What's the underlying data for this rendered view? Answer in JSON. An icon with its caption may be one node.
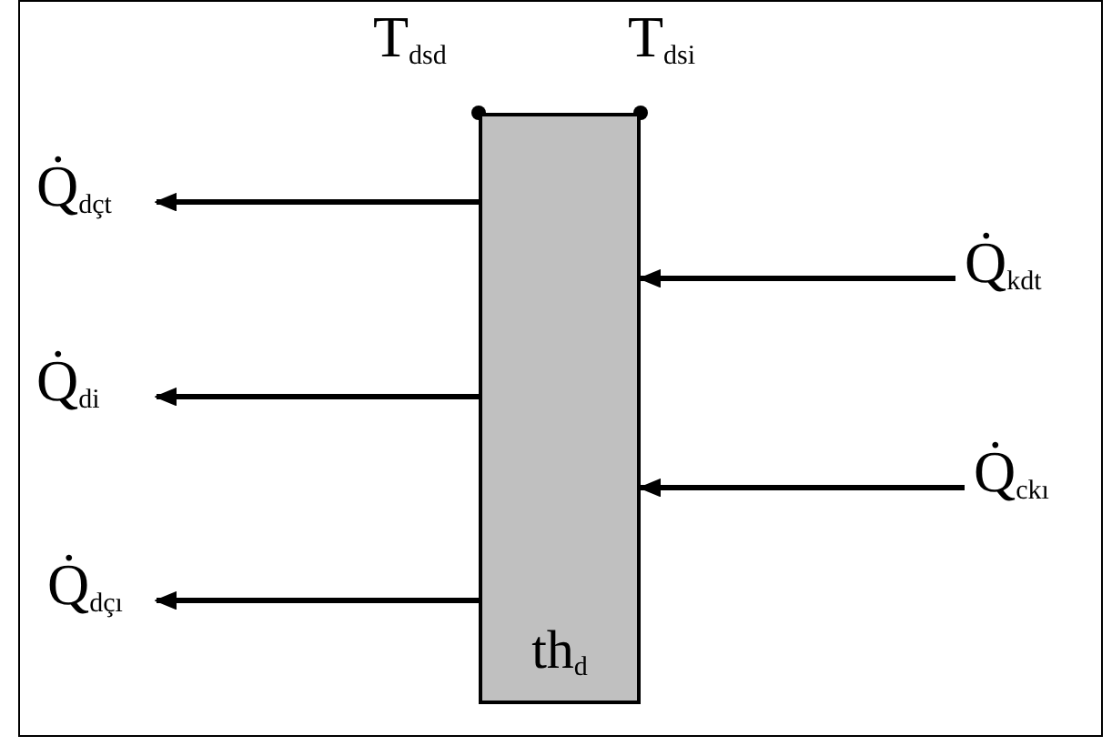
{
  "diagram": {
    "nodes": [
      {
        "text": [
          "th$_{d}$"
        ]
      },
      {
        "text": [
          "Q̇$_{dçt}$"
        ]
      },
      {
        "text": [
          "Q̇$_{di}$"
        ]
      },
      {
        "text": [
          "Q̇$_{dçı}$"
        ]
      },
      {
        "text": [
          "Q̇$_{kdt}$"
        ]
      },
      {
        "text": [
          "Q̇$_{ckı}$"
        ]
      }
    ],
    "edges": [
      {
        "from": 0,
        "to": 1,
        "arrow": "to"
      },
      {
        "from": 0,
        "to": 2,
        "arrow": "to"
      },
      {
        "from": 0,
        "to": 3,
        "arrow": "to"
      },
      {
        "from": 4,
        "to": 0,
        "arrow": "to"
      },
      {
        "from": 5,
        "to": 0,
        "arrow": "to"
      }
    ],
    "labels": [
      "T$_{dsd}$",
      "T$_{dsi}$"
    ]
  }
}
